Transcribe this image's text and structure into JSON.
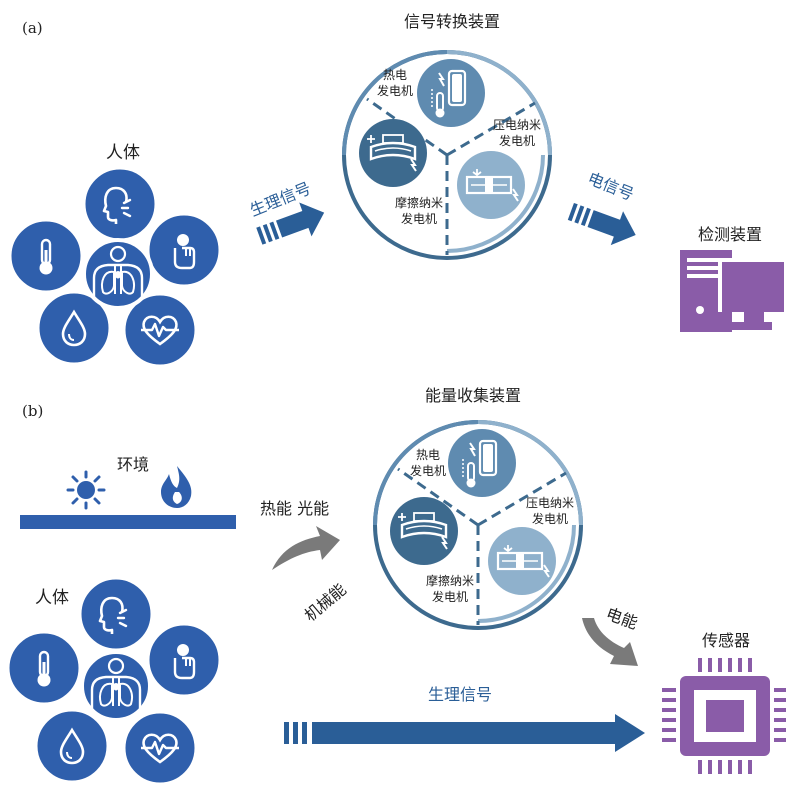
{
  "panel_a": {
    "tag": "(a)",
    "human_label": "人体",
    "arrow1_label": "生理信号",
    "converter_title": "信号转换装置",
    "seg_thermo": [
      "热电",
      "发电机"
    ],
    "seg_piezo": [
      "压电纳米",
      "发电机"
    ],
    "seg_tribo": [
      "摩擦纳米",
      "发电机"
    ],
    "arrow2_label": "电信号",
    "detector_label": "检测装置"
  },
  "panel_b": {
    "tag": "(b)",
    "env_label": "环境",
    "heat_light": "热能  光能",
    "mech": "机械能",
    "harvester_title": "能量收集装置",
    "seg_thermo": [
      "热电",
      "发电机"
    ],
    "seg_piezo": [
      "压电纳米",
      "发电机"
    ],
    "seg_tribo": [
      "摩擦纳米",
      "发电机"
    ],
    "elec": "电能",
    "sensor_label": "传感器",
    "human_label": "人体",
    "arrow_label": "生理信号"
  },
  "colors": {
    "human_blue": "#2f5fac",
    "arrow_blue": "#2a5e97",
    "dark_seg": "#3d6a8e",
    "mid_seg": "#5f8bb0",
    "light_seg": "#8fb1cc",
    "purple": "#8a5ca8",
    "gray": "#7a7a7a"
  },
  "icons": [
    "lungs-body-icon",
    "breath-head-icon",
    "touch-hand-icon",
    "heart-pulse-icon",
    "water-drop-icon",
    "thermometer-icon",
    "sun-icon",
    "flame-icon",
    "computer-icon",
    "chip-icon"
  ]
}
